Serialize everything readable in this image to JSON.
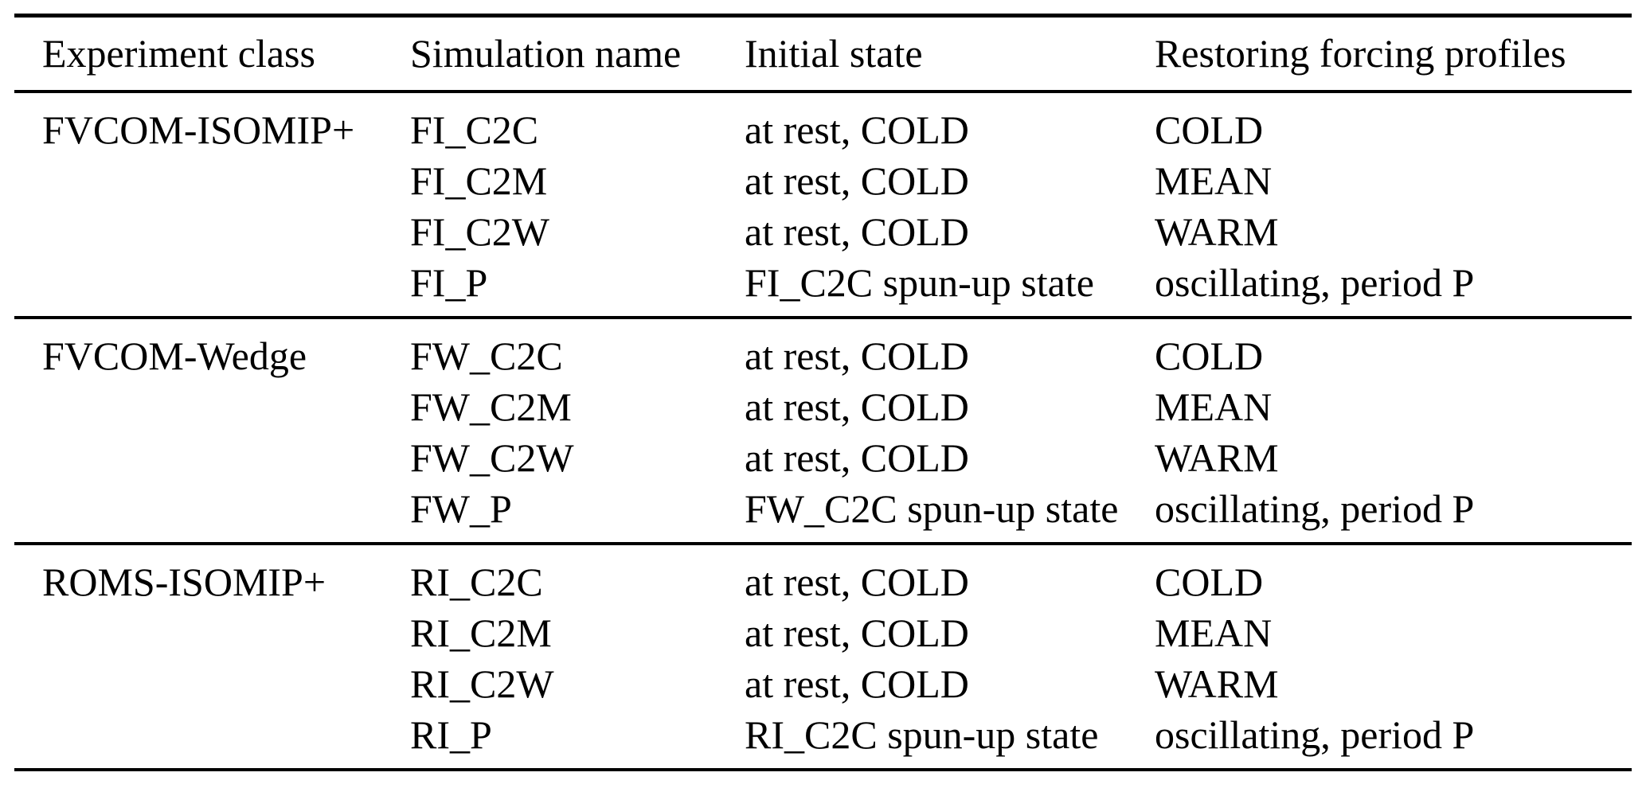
{
  "table": {
    "columns": [
      "Experiment class",
      "Simulation name",
      "Initial state",
      "Restoring forcing profiles"
    ],
    "groups": [
      {
        "experiment_class": "FVCOM-ISOMIP+",
        "rows": [
          {
            "simulation_name": "FI_C2C",
            "initial_state": "at rest, COLD",
            "restoring_forcing": "COLD"
          },
          {
            "simulation_name": "FI_C2M",
            "initial_state": "at rest, COLD",
            "restoring_forcing": "MEAN"
          },
          {
            "simulation_name": "FI_C2W",
            "initial_state": "at rest, COLD",
            "restoring_forcing": "WARM"
          },
          {
            "simulation_name": "FI_P",
            "initial_state": "FI_C2C spun-up state",
            "restoring_forcing": "oscillating, period P"
          }
        ]
      },
      {
        "experiment_class": "FVCOM-Wedge",
        "rows": [
          {
            "simulation_name": "FW_C2C",
            "initial_state": "at rest, COLD",
            "restoring_forcing": "COLD"
          },
          {
            "simulation_name": "FW_C2M",
            "initial_state": "at rest, COLD",
            "restoring_forcing": "MEAN"
          },
          {
            "simulation_name": "FW_C2W",
            "initial_state": "at rest, COLD",
            "restoring_forcing": "WARM"
          },
          {
            "simulation_name": "FW_P",
            "initial_state": "FW_C2C spun-up state",
            "restoring_forcing": "oscillating, period P"
          }
        ]
      },
      {
        "experiment_class": "ROMS-ISOMIP+",
        "rows": [
          {
            "simulation_name": "RI_C2C",
            "initial_state": "at rest, COLD",
            "restoring_forcing": "COLD"
          },
          {
            "simulation_name": "RI_C2M",
            "initial_state": "at rest, COLD",
            "restoring_forcing": "MEAN"
          },
          {
            "simulation_name": "RI_C2W",
            "initial_state": "at rest, COLD",
            "restoring_forcing": "WARM"
          },
          {
            "simulation_name": "RI_P",
            "initial_state": "RI_C2C spun-up state",
            "restoring_forcing": "oscillating, period P"
          }
        ]
      }
    ],
    "colors": {
      "text": "#000000",
      "background": "#ffffff",
      "rule": "#000000"
    }
  }
}
